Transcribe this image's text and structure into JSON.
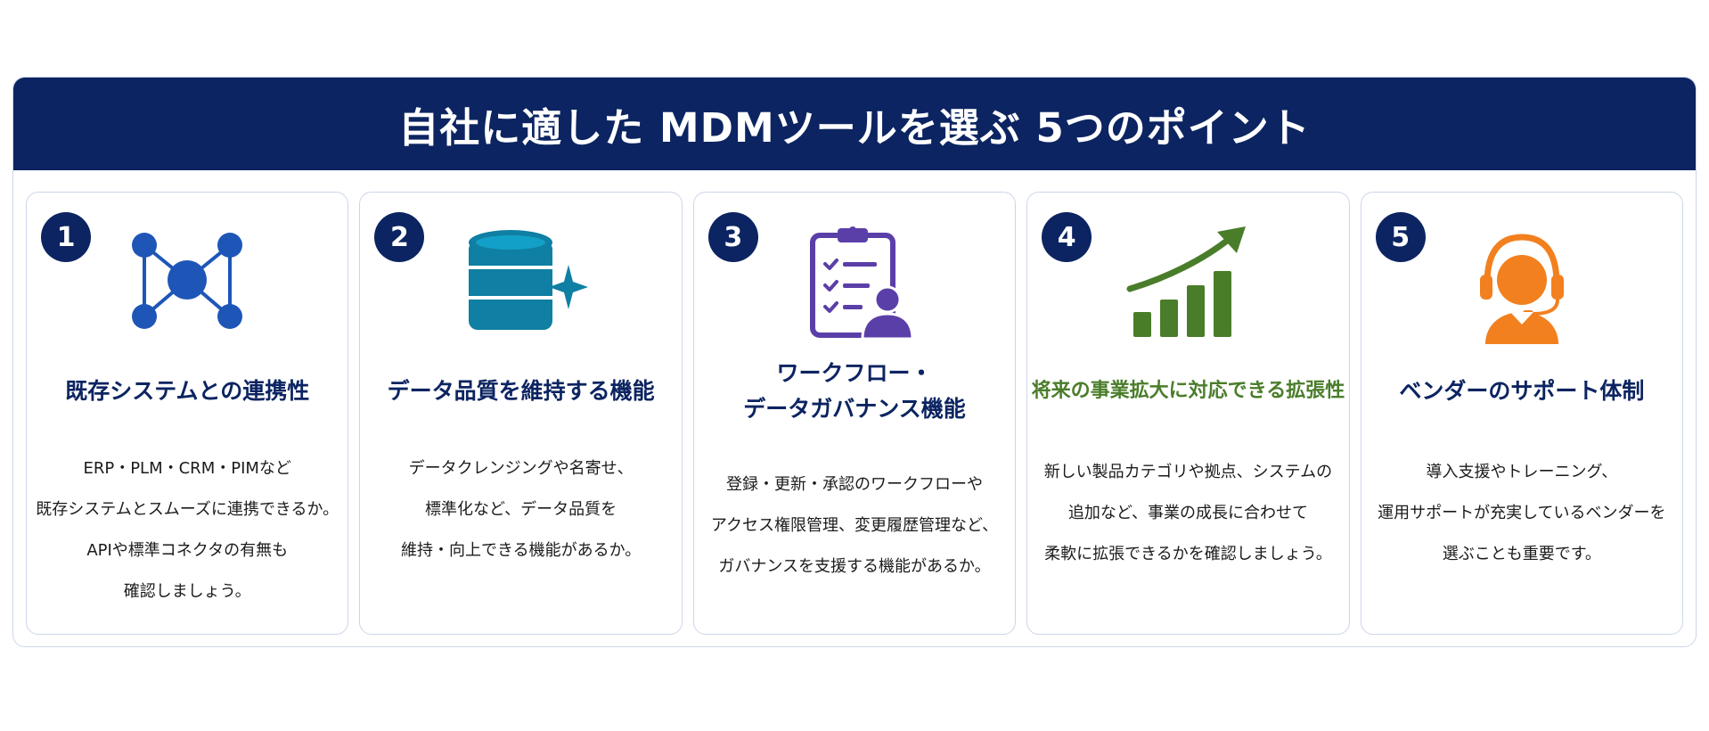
{
  "header": {
    "title": "自社に適した MDMツールを選ぶ 5つのポイント"
  },
  "colors": {
    "navy": "#0c2461",
    "blue": "#1e56b8",
    "teal": "#0f7fa3",
    "purple": "#5b3fa8",
    "green": "#4a7d2a",
    "orange": "#f2801f"
  },
  "cards": [
    {
      "number": "1",
      "icon": "network-nodes-icon",
      "title_lines": [
        "既存システムとの連携性"
      ],
      "text_lines": [
        "ERP・PLM・CRM・PIMなど",
        "既存システムとスムーズに連携できるか。",
        "APIや標準コネクタの有無も",
        "確認しましょう。"
      ]
    },
    {
      "number": "2",
      "icon": "database-sparkle-icon",
      "title_lines": [
        "データ品質を維持する機能"
      ],
      "text_lines": [
        "データクレンジングや名寄せ、",
        "標準化など、データ品質を",
        "維持・向上できる機能があるか。"
      ]
    },
    {
      "number": "3",
      "icon": "clipboard-checklist-user-icon",
      "title_lines": [
        "ワークフロー・",
        "データガバナンス機能"
      ],
      "text_lines": [
        "登録・更新・承認のワークフローや",
        "アクセス権限管理、変更履歴管理など、",
        "ガバナンスを支援する機能があるか。"
      ]
    },
    {
      "number": "4",
      "icon": "growth-bar-chart-icon",
      "title_lines": [
        "将来の事業拡大に対応できる拡張性"
      ],
      "text_lines": [
        "新しい製品カテゴリや拠点、システムの",
        "追加など、事業の成長に合わせて",
        "柔軟に拡張できるかを確認しましょう。"
      ]
    },
    {
      "number": "5",
      "icon": "headset-support-icon",
      "title_lines": [
        "ベンダーのサポート体制"
      ],
      "text_lines": [
        "導入支援やトレーニング、",
        "運用サポートが充実しているベンダーを",
        "選ぶことも重要です。"
      ]
    }
  ]
}
